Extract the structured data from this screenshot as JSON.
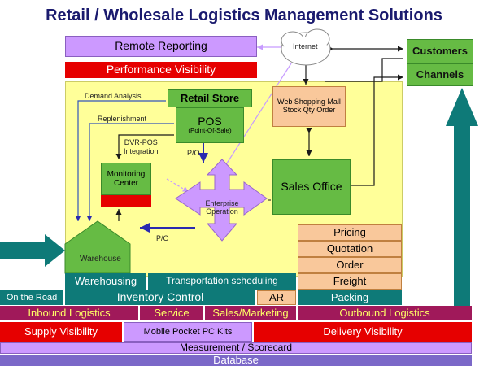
{
  "title": "Retail / Wholesale Logistics Management Solutions",
  "top": {
    "remote_reporting": "Remote Reporting",
    "performance_visibility": "Performance Visibility",
    "internet": "Internet",
    "customers": "Customers",
    "channels": "Channels"
  },
  "core": {
    "demand_analysis": "Demand Analysis",
    "replenishment": "Replenishment",
    "retail_store": "Retail Store",
    "pos_title": "POS",
    "pos_sub": "(Point-Of-Sale)",
    "dvr_pos": "DVR-POS",
    "integration": "Integration",
    "po_top": "P/O",
    "po_bottom": "P/O",
    "monitoring_center": "Monitoring Center",
    "enterprise_operation": "Enterprise Operation",
    "web_mall": "Web Shopping Mall Stock Qty Order",
    "sales_office": "Sales Office",
    "warehouse": "Warehouse"
  },
  "sales_stack": [
    "Pricing",
    "Quotation",
    "Order",
    "Freight"
  ],
  "bands": {
    "warehousing": "Warehousing",
    "transportation": "Transportation scheduling",
    "on_the_road": "On the Road",
    "inventory_control": "Inventory Control",
    "ar": "AR",
    "packing": "Packing",
    "inbound": "Inbound Logistics",
    "service": "Service",
    "sales_marketing": "Sales/Marketing",
    "outbound": "Outbound Logistics",
    "supply_visibility": "Supply Visibility",
    "mobile": "Mobile Pocket PC Kits",
    "delivery_visibility": "Delivery Visibility",
    "measurement": "Measurement / Scorecard",
    "database": "Database"
  },
  "colors": {
    "lavender": "#cc99ff",
    "red": "#e60000",
    "green": "#66bb44",
    "teal": "#0e7a78",
    "pale_yellow": "#ffff99",
    "peach": "#f9c89b",
    "maroon": "#a0195a",
    "navy": "#1a1a6e"
  }
}
